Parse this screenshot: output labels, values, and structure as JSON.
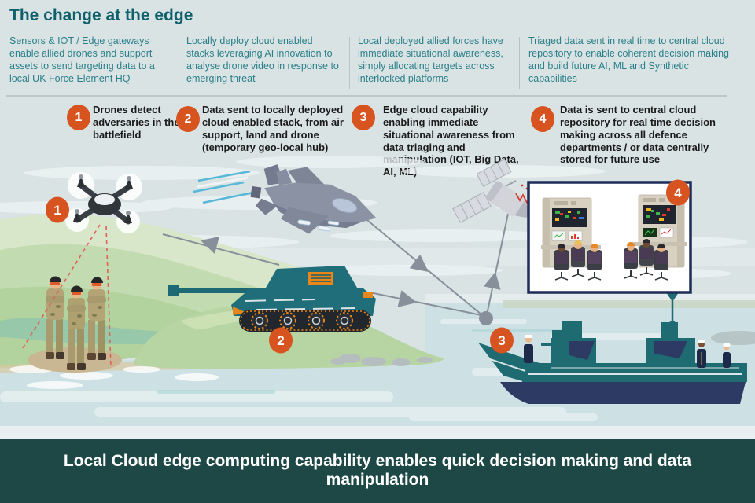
{
  "header": {
    "title": "The change at the edge"
  },
  "intro_columns": [
    {
      "text": "Sensors & IOT / Edge gateways enable allied drones and support assets to send targeting data to a local UK Force Element HQ"
    },
    {
      "text": "Locally deploy cloud enabled stacks leveraging AI innovation to analyse drone video in response to emerging threat"
    },
    {
      "text": "Local deployed allied forces have immediate situational awareness, simply allocating targets across interlocked platforms"
    },
    {
      "text": "Triaged data sent in real time to central cloud repository to enable coherent decision making and build future AI, ML and Synthetic capabilities"
    }
  ],
  "steps": [
    {
      "number": "1",
      "text": "Drones detect adversaries in the battlefield"
    },
    {
      "number": "2",
      "text": "Data sent to locally deployed cloud enabled stack, from air support, land and drone (temporary geo-local hub)"
    },
    {
      "number": "3",
      "text": "Edge cloud capability enabling immediate situational awareness from data triaging and manipulation (IOT, Big Data, AI, ML)"
    },
    {
      "number": "4",
      "text": "Data is sent to central cloud repository for real time decision making across all defence departments / or data centrally stored for future use"
    }
  ],
  "scene": {
    "badges": [
      "1",
      "2",
      "3",
      "4"
    ],
    "elements": [
      "drone-icon",
      "soldiers-icon",
      "fighter-jet-icon",
      "tank-icon",
      "satellite-icon",
      "warship-icon",
      "command-centre-icon"
    ]
  },
  "footer": {
    "text": "Local Cloud edge computing capability enables quick decision making and data manipulation"
  },
  "colors": {
    "accent_orange": "#d7531f",
    "heading_teal": "#10606b",
    "body_teal": "#2a7f89",
    "banner_teal": "#1d4845",
    "arrow_gray": "#87909a"
  }
}
